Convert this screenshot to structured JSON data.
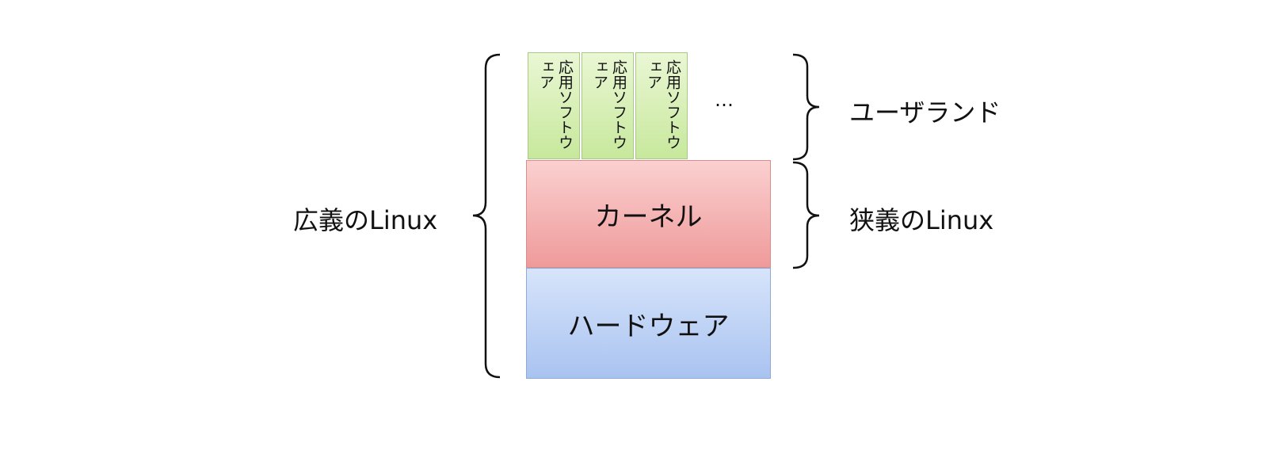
{
  "diagram": {
    "apps": [
      {
        "label": "応用ソフトウェア"
      },
      {
        "label": "応用ソフトウェア"
      },
      {
        "label": "応用ソフトウェア"
      }
    ],
    "ellipsis": "…",
    "kernel_label": "カーネル",
    "hardware_label": "ハードウェア",
    "labels": {
      "wide_linux": "広義のLinux",
      "userland": "ユーザランド",
      "narrow_linux": "狭義のLinux"
    },
    "colors": {
      "app_fill": "#c7e89c",
      "kernel_fill": "#ef9a9a",
      "hardware_fill": "#a9c3f0"
    }
  }
}
